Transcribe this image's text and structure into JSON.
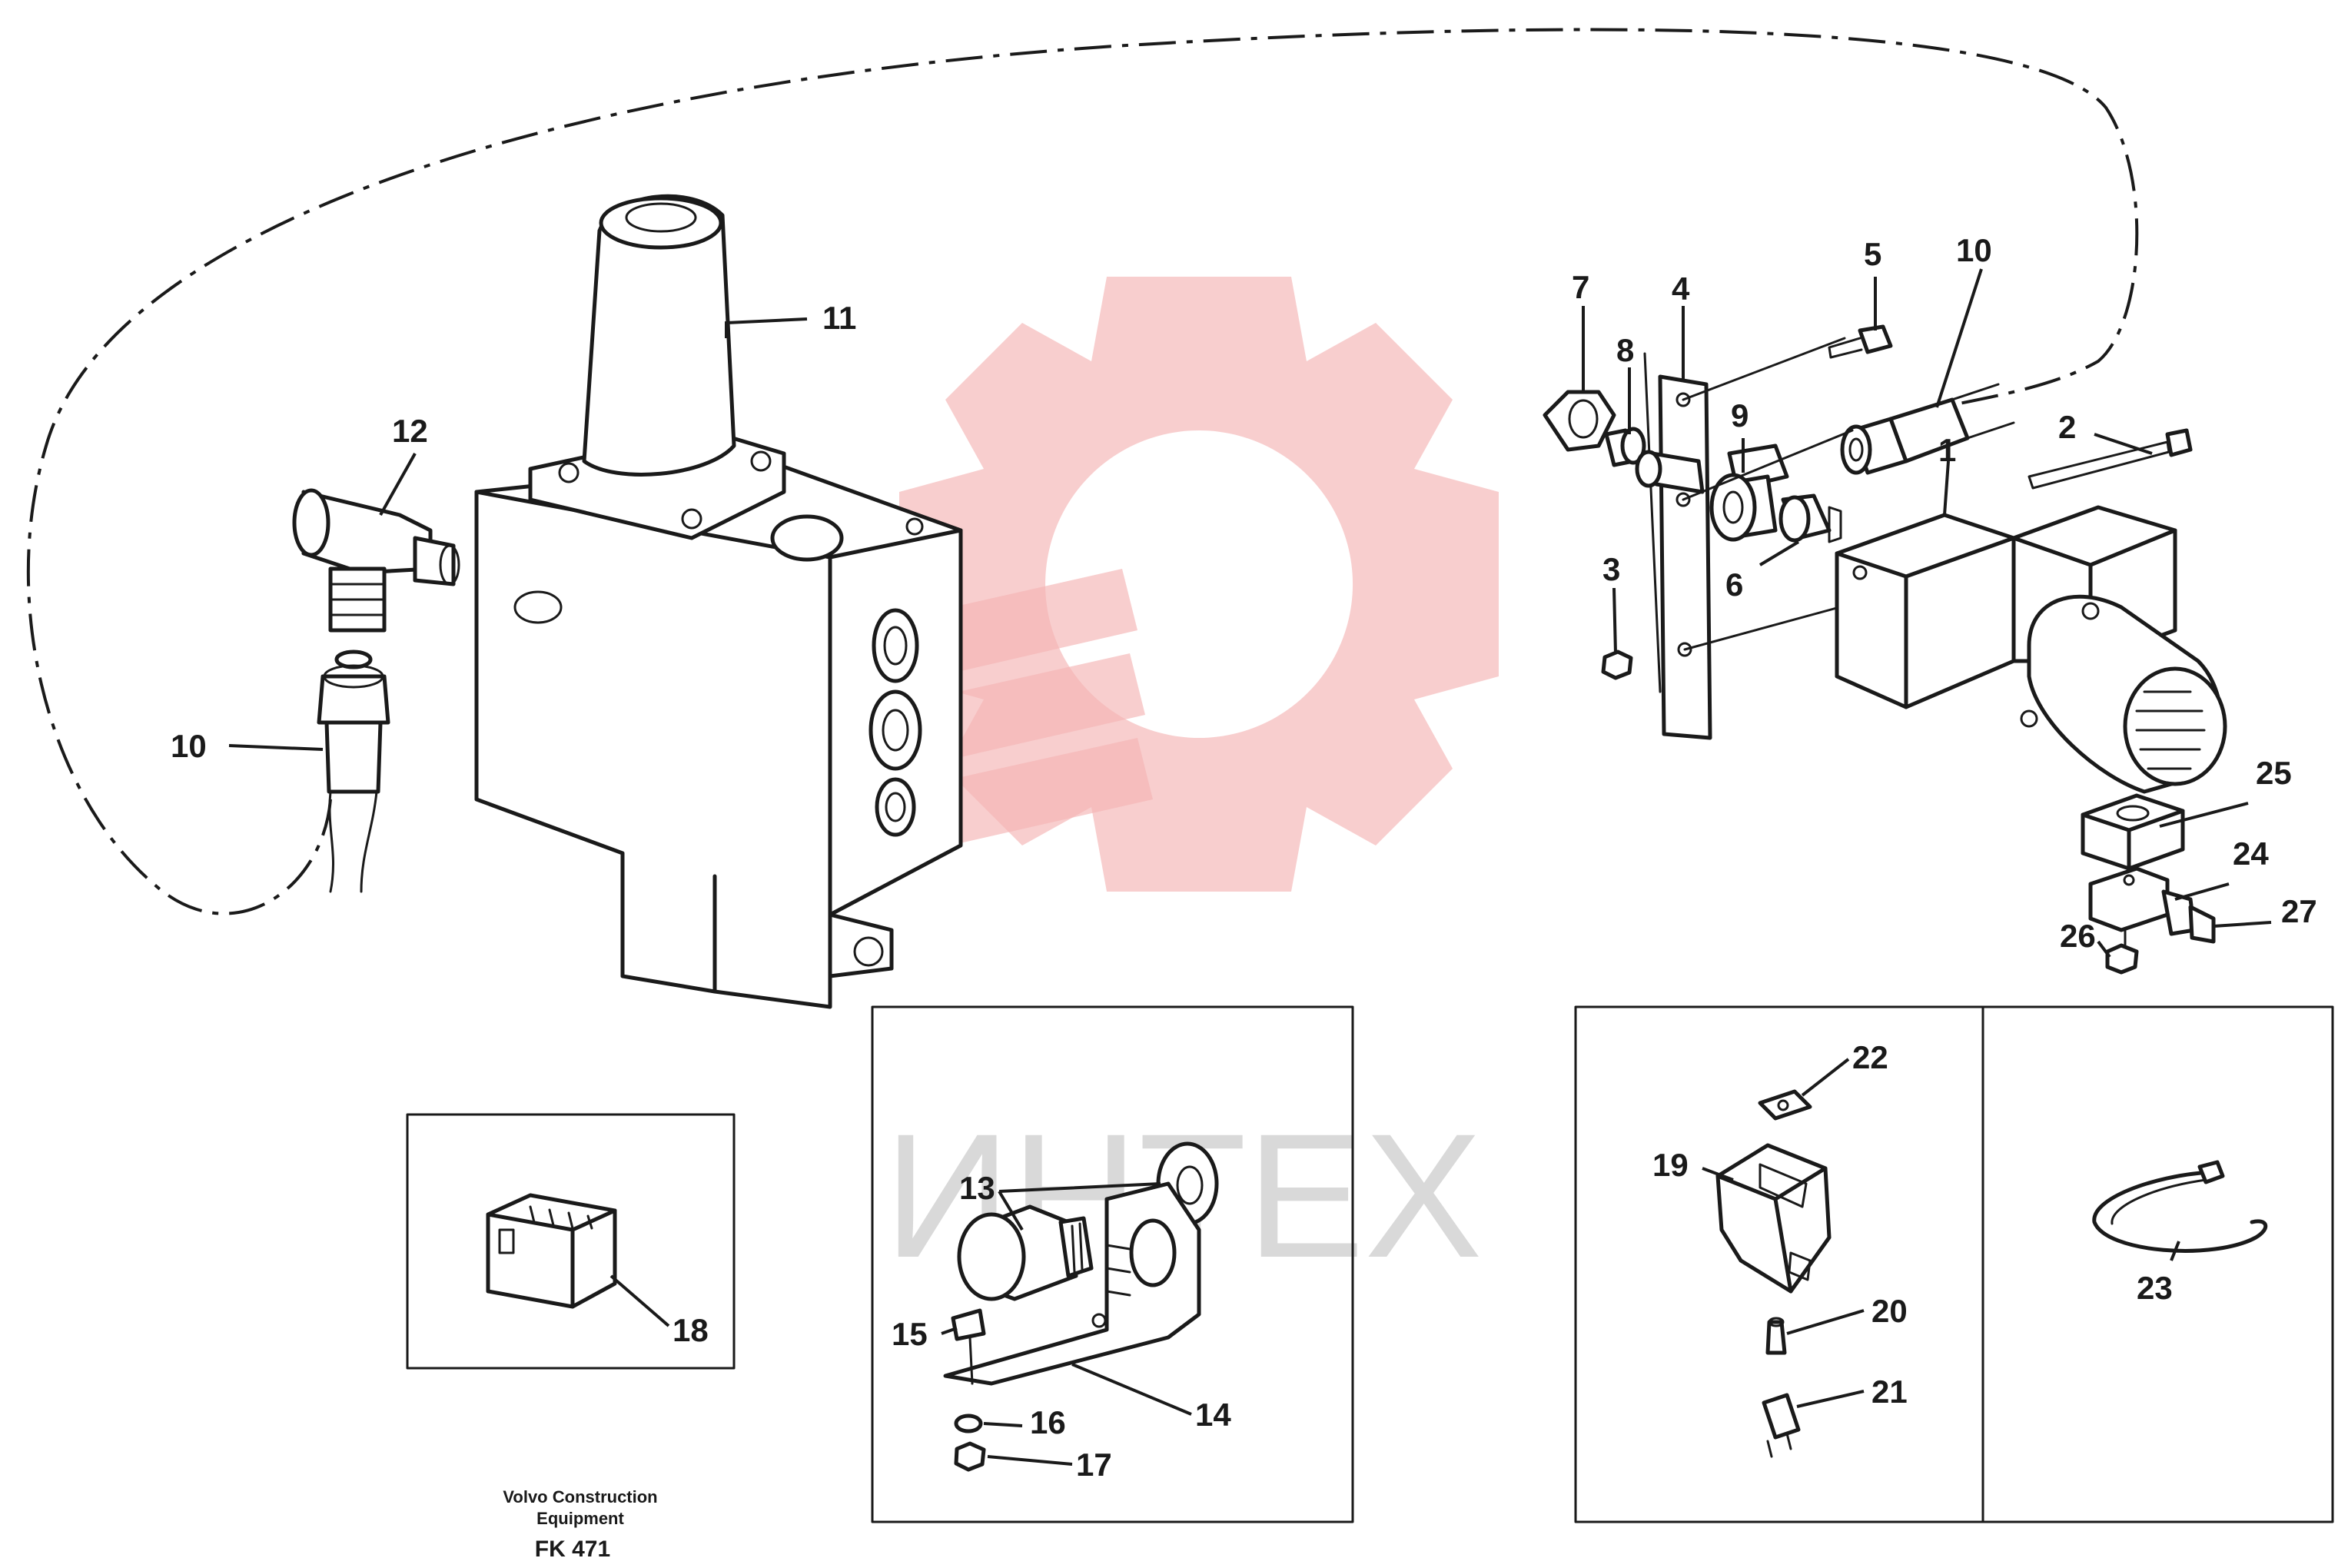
{
  "watermark": {
    "text": "ИНТЕХ",
    "gear_color": "#f5b3b3",
    "text_color": "#d9d9d9"
  },
  "caption": {
    "line1": "Volvo Construction",
    "line2": "Equipment",
    "code": "FK 471"
  },
  "callouts": {
    "c1": "1",
    "c2": "2",
    "c3": "3",
    "c4": "4",
    "c5": "5",
    "c6": "6",
    "c7": "7",
    "c8": "8",
    "c9": "9",
    "c10a": "10",
    "c10b": "10",
    "c11": "11",
    "c12": "12",
    "c13": "13",
    "c14": "14",
    "c15": "15",
    "c16": "16",
    "c17": "17",
    "c18": "18",
    "c19": "19",
    "c20": "20",
    "c21": "21",
    "c22": "22",
    "c23": "23",
    "c24": "24",
    "c25": "25",
    "c26": "26",
    "c27": "27"
  }
}
